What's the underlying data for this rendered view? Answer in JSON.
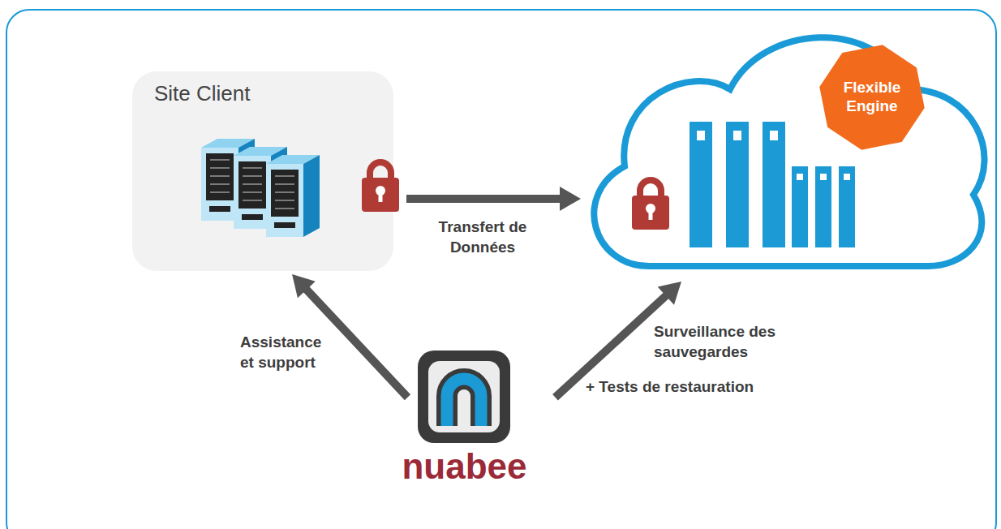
{
  "diagram": {
    "nodes": [
      {
        "text": [
          "Site Client"
        ]
      },
      {
        "text": [
          "Flexible Engine"
        ]
      },
      {
        "text": [
          "nuabee"
        ]
      }
    ],
    "edges": [
      {
        "from": 0,
        "to": 1,
        "arrow": "to",
        "label": "Transfert de Données"
      },
      {
        "from": 2,
        "to": 0,
        "arrow": "to",
        "label": "Assistance et support"
      },
      {
        "from": 2,
        "to": 1,
        "arrow": "to",
        "label": "Surveillance des sauvegardes"
      }
    ],
    "labels": [
      "+ Tests de restauration"
    ]
  }
}
